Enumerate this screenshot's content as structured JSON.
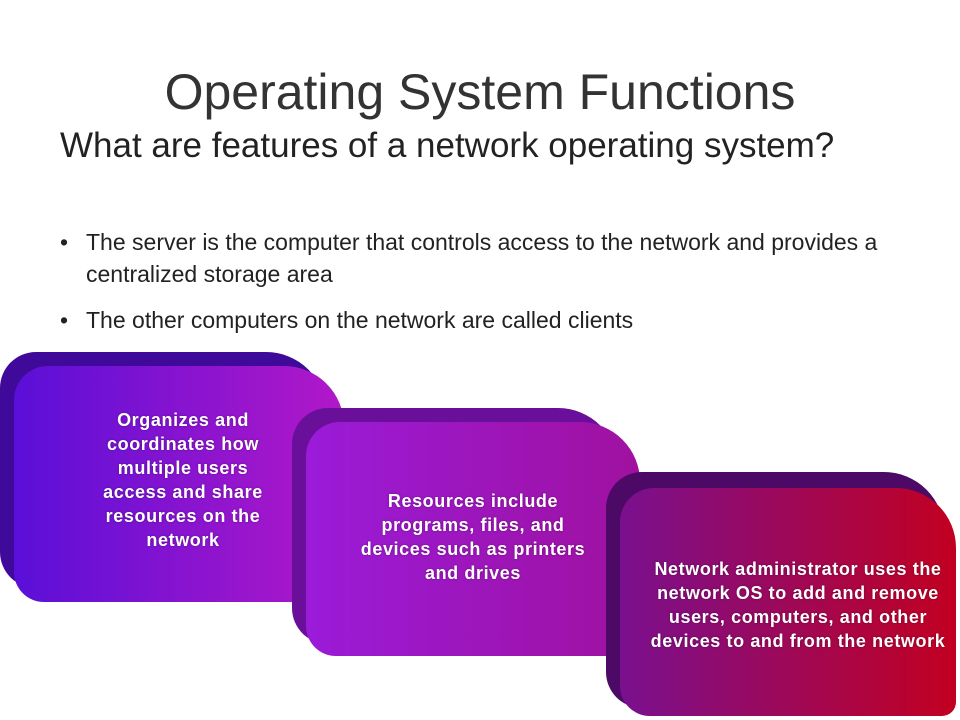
{
  "slide": {
    "title": "Operating System Functions",
    "subtitle": "What are features of a network operating system?",
    "bullets": [
      {
        "bullet": "•",
        "text": "The server is the computer that controls access to the network and provides a centralized storage area"
      },
      {
        "bullet": "•",
        "text": "The other computers on the network are called clients"
      }
    ],
    "cards": [
      {
        "text": "Organizes and coordinates how multiple users access and share resources on the network",
        "color_start": "#5a0fd8",
        "color_end": "#b218c8",
        "back_color": "#3f0a99"
      },
      {
        "text": "Resources include programs, files, and devices such as printers and drives",
        "color_start": "#9a1bd9",
        "color_end": "#a0119f",
        "back_color": "#6a0f99"
      },
      {
        "text": "Network administrator uses the network OS to add and remove users, computers, and other devices to and from the network",
        "color_start": "#7a108f",
        "color_end": "#c20020",
        "back_color": "#4c0a66"
      }
    ]
  }
}
